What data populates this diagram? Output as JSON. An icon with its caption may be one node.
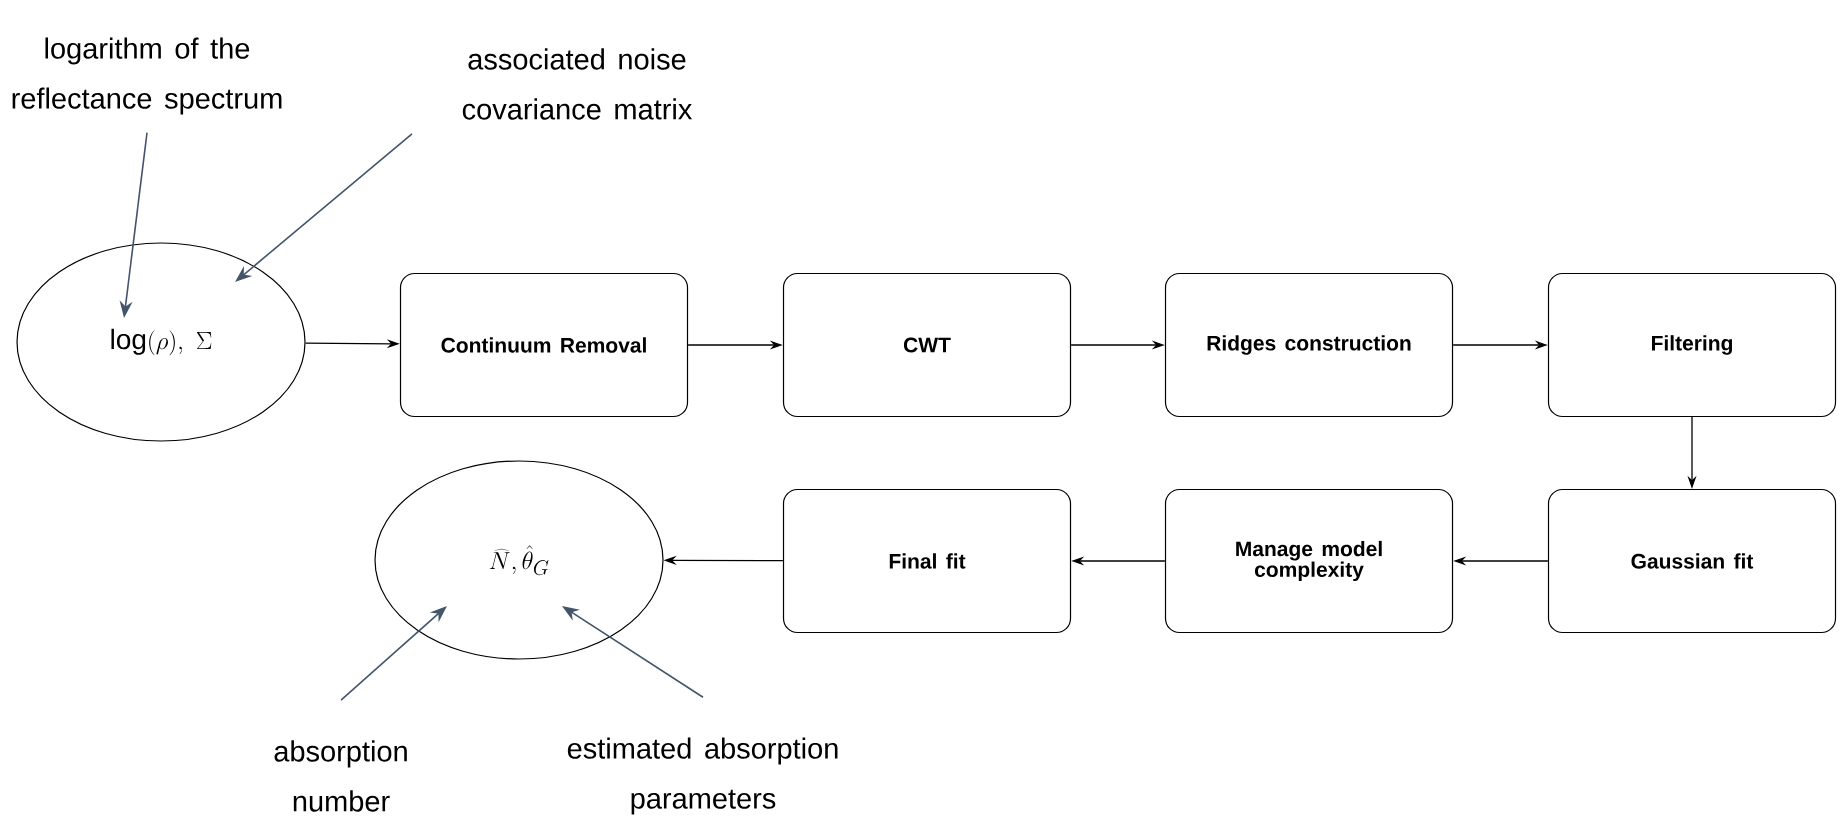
{
  "diagram": {
    "nodes": [
      {
        "text": [
          "logarithm of the reflectance spectrum"
        ]
      },
      {
        "text": [
          "associated noise covariance matrix"
        ]
      },
      {
        "text": [
          "\\log(\\rho),\\ \\Sigma"
        ]
      },
      {
        "text": [
          "Continuum Removal"
        ]
      },
      {
        "text": [
          "CWT"
        ]
      },
      {
        "text": [
          "Ridges construction"
        ]
      },
      {
        "text": [
          "Filtering"
        ]
      },
      {
        "text": [
          "\\widehat{N},\\hat{\\theta}_G"
        ]
      },
      {
        "text": [
          "Final fit"
        ]
      },
      {
        "text": [
          "Manage model complexity"
        ]
      },
      {
        "text": [
          "Gaussian fit"
        ]
      },
      {
        "text": [
          "absorption number"
        ]
      },
      {
        "text": [
          "estimated absorption parameters"
        ]
      }
    ],
    "edges": [
      {
        "from": 2,
        "to": 3,
        "arrow": "to"
      },
      {
        "from": 3,
        "to": 4,
        "arrow": "to"
      },
      {
        "from": 4,
        "to": 5,
        "arrow": "to"
      },
      {
        "from": 5,
        "to": 6,
        "arrow": "to"
      },
      {
        "from": 6,
        "to": 10,
        "arrow": "to"
      },
      {
        "from": 10,
        "to": 9,
        "arrow": "to"
      },
      {
        "from": 9,
        "to": 8,
        "arrow": "to"
      },
      {
        "from": 8,
        "to": 7,
        "arrow": "to"
      },
      {
        "from": 0,
        "to": 2,
        "arrow": "to",
        "color": "#44546a"
      },
      {
        "from": 1,
        "to": 2,
        "arrow": "to",
        "color": "#44546a"
      },
      {
        "from": 11,
        "to": 7,
        "arrow": "to",
        "color": "#44546a"
      },
      {
        "from": 12,
        "to": 7,
        "arrow": "to",
        "color": "#44546a"
      }
    ]
  }
}
